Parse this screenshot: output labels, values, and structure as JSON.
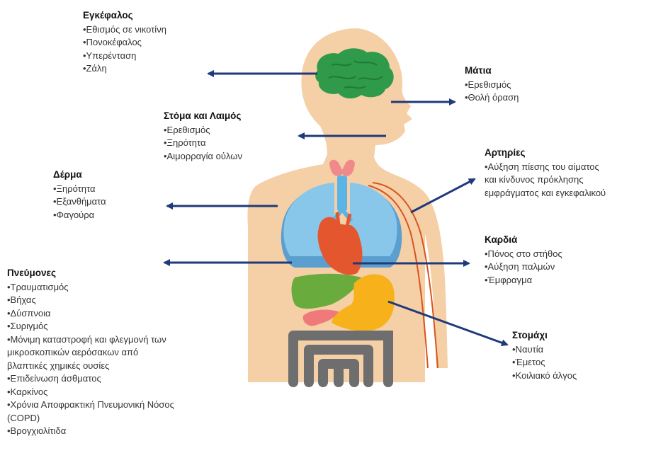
{
  "colors": {
    "skin": "#f5cfa6",
    "brain": "#2f9a4a",
    "thyroid": "#f08a8a",
    "trachea": "#5ab4e6",
    "lungs": "#88c6ea",
    "lungs_shadow": "#5a9fd0",
    "heart": "#e4572e",
    "liver": "#6aab3e",
    "pancreas": "#f07a7a",
    "stomach": "#f7b21b",
    "intestine": "#6e6e6e",
    "artery": "#d8541e",
    "arrow": "#1f3a7a"
  },
  "groups": [
    {
      "id": "brain",
      "title": "Εγκέφαλος",
      "items": [
        "•Εθισμός σε νικοτίνη",
        "•Πονοκέφαλος",
        "•Υπερένταση",
        "•Ζάλη"
      ]
    },
    {
      "id": "eyes",
      "title": "Μάτια",
      "items": [
        "•Ερεθισμός",
        "•Θολή όραση"
      ]
    },
    {
      "id": "mouth",
      "title": "Στόμα και Λαιμός",
      "items": [
        "•Ερεθισμός",
        "•Ξηρότητα",
        "•Αιμορραγία ούλων"
      ]
    },
    {
      "id": "arteries",
      "title": "Αρτηρίες",
      "items": [
        "•Αύξηση πίεσης του αίματος",
        "και κίνδυνος πρόκλησης",
        "εμφράγματος και εγκεφαλικού"
      ]
    },
    {
      "id": "skin",
      "title": "Δέρμα",
      "items": [
        "•Ξηρότητα",
        "•Εξανθήματα",
        "•Φαγούρα"
      ]
    },
    {
      "id": "heart",
      "title": "Καρδιά",
      "items": [
        "•Πόνος στο στήθος",
        "•Αύξηση παλμών",
        "•Έμφραγμα"
      ]
    },
    {
      "id": "lungs",
      "title": "Πνεύμονες",
      "items": [
        "•Τραυματισμός",
        "•Βήχας",
        "•Δύσπνοια",
        "•Συριγμός",
        "•Μόνιμη καταστροφή  και φλεγμονή των",
        "μικροσκοπικών αερόσακων από",
        "βλαπτικές χημικές ουσίες",
        "•Επιδείνωση άσθματος",
        "•Καρκίνος",
        "•Χρόνια Αποφρακτική Πνευμονική Νόσος",
        "(COPD)",
        "•Βρογχιολίτιδα"
      ]
    },
    {
      "id": "stomach",
      "title": "Στομάχι",
      "items": [
        "•Ναυτία",
        "•Έμετος",
        "•Κοιλιακό άλγος"
      ]
    }
  ]
}
